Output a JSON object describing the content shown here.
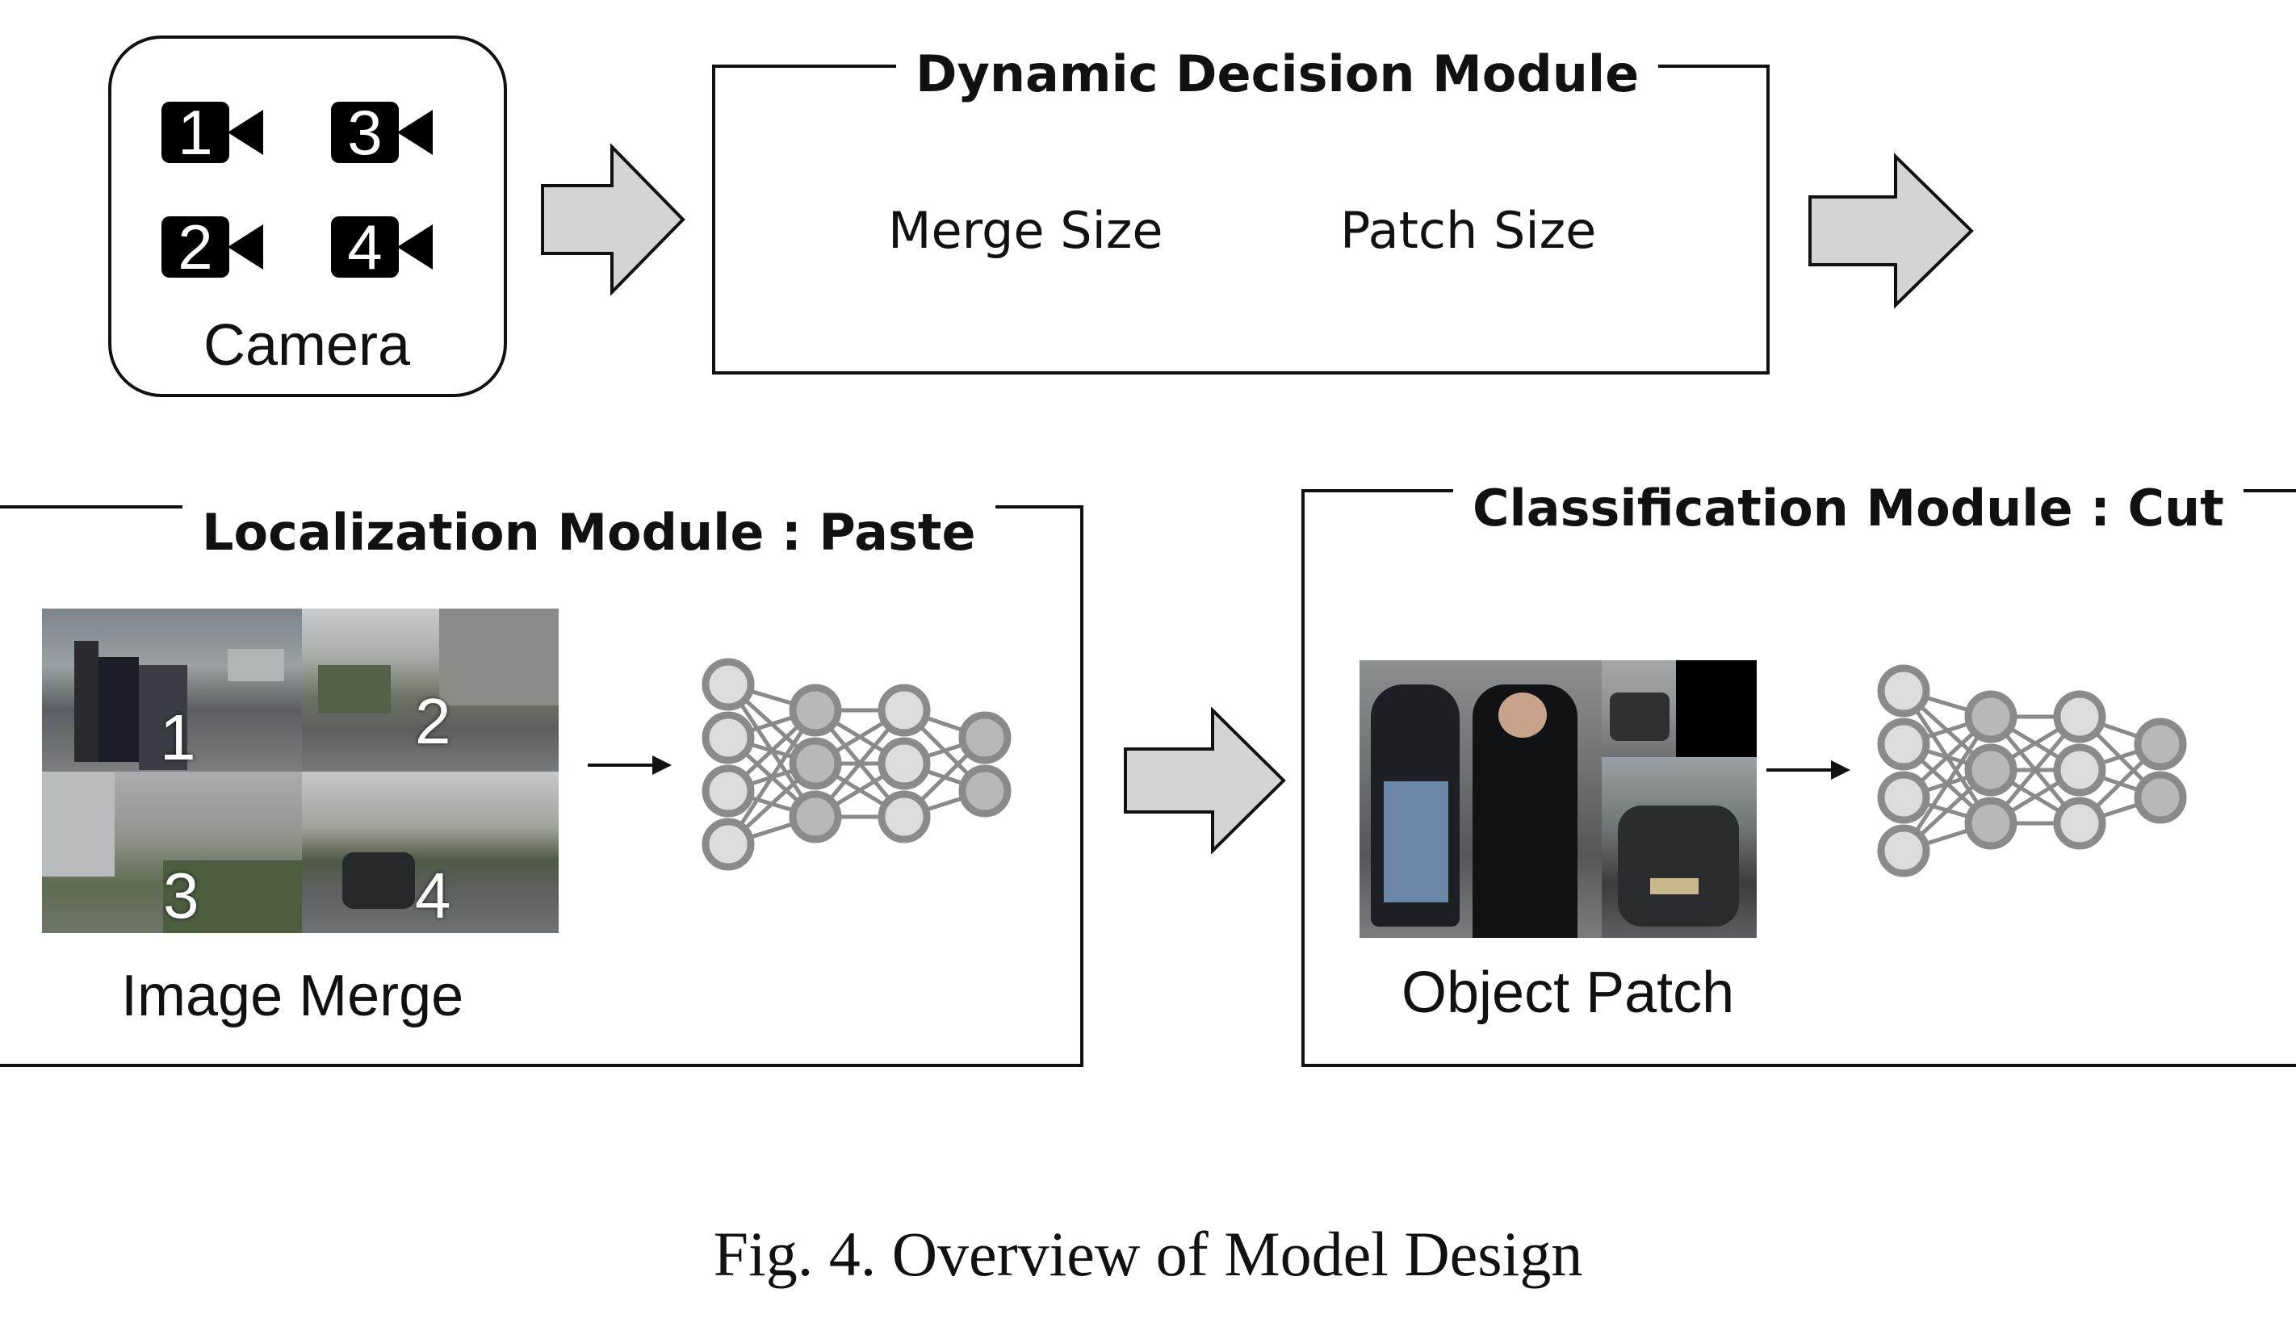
{
  "camera": {
    "label": "Camera",
    "icons": [
      {
        "number": "1",
        "icon": "video-camera-icon"
      },
      {
        "number": "3",
        "icon": "video-camera-icon"
      },
      {
        "number": "2",
        "icon": "video-camera-icon"
      },
      {
        "number": "4",
        "icon": "video-camera-icon"
      }
    ]
  },
  "dynamic_module": {
    "title": "Dynamic Decision Module",
    "items": [
      "Merge Size",
      "Patch Size"
    ]
  },
  "localization_module": {
    "title": "Localization Module : Paste",
    "caption": "Image Merge",
    "tiles": [
      "1",
      "2",
      "3",
      "4"
    ]
  },
  "classification_module": {
    "title": "Classification Module : Cut",
    "caption": "Object Patch"
  },
  "figure_caption": "Fig. 4. Overview of Model Design",
  "colors": {
    "line": "#111111",
    "arrow_fill": "#d4d4d4",
    "node_fill": "#dcdcdc",
    "node_fill_dark": "#b8b8b8",
    "node_stroke": "#8a8a8a",
    "edge": "#8a8a8a"
  }
}
